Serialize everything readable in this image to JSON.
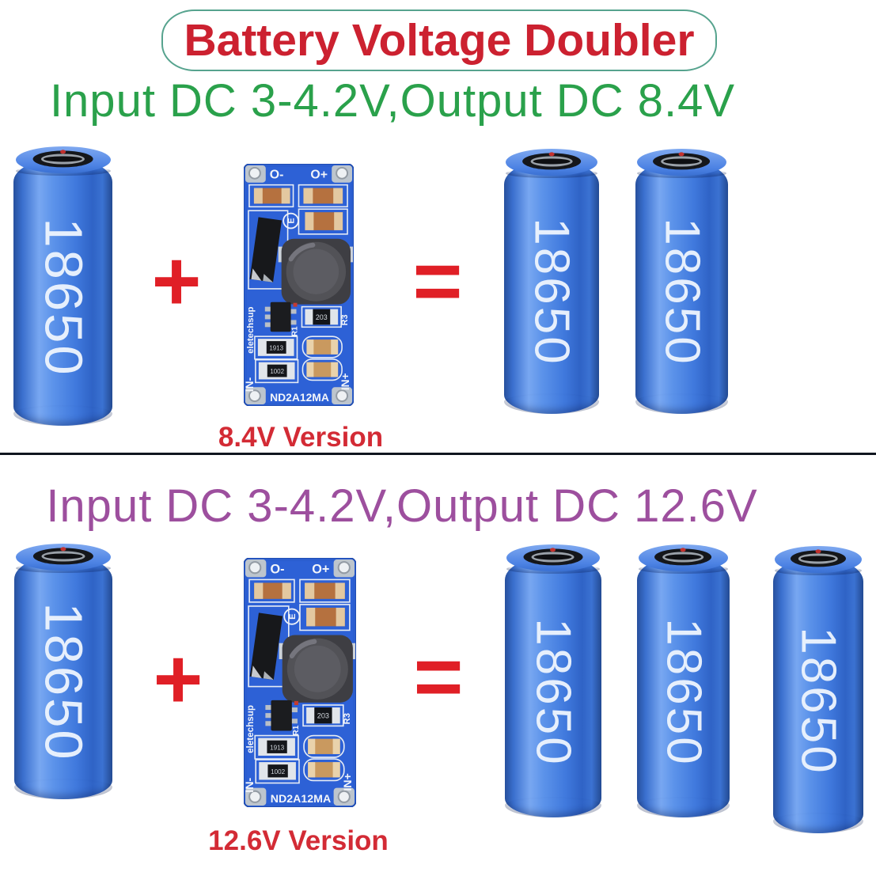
{
  "title": "Battery Voltage Doubler",
  "sections": [
    {
      "subtitle": "Input DC 3-4.2V,Output DC 8.4V",
      "caption": "8.4V Version"
    },
    {
      "subtitle": "Input DC 3-4.2V,Output DC 12.6V",
      "caption": "12.6V Version"
    }
  ],
  "battery": {
    "label": "18650"
  },
  "operators": {
    "plus": "+",
    "equals": "="
  },
  "module": {
    "brand": "eletechsup",
    "model": "ND2A12MA",
    "logo_mark": "E",
    "pads": {
      "out_neg": "O-",
      "out_pos": "O+",
      "in_neg": "IN-",
      "in_pos": "IN+"
    },
    "refs": {
      "r1": "R1",
      "r3": "R3"
    },
    "markings": {
      "r3_chip": "203",
      "resistor_a": "1913",
      "resistor_b": "1002"
    }
  },
  "colors": {
    "title_red": "#cc2130",
    "title_border_teal": "#56a38e",
    "subtitle_green": "#2aa14b",
    "subtitle_purple": "#9d4f9e",
    "operator_red": "#e01f26",
    "caption_red": "#d32b35",
    "battery_blue": "#3f79dd",
    "pcb_blue": "#2b5ed0"
  }
}
